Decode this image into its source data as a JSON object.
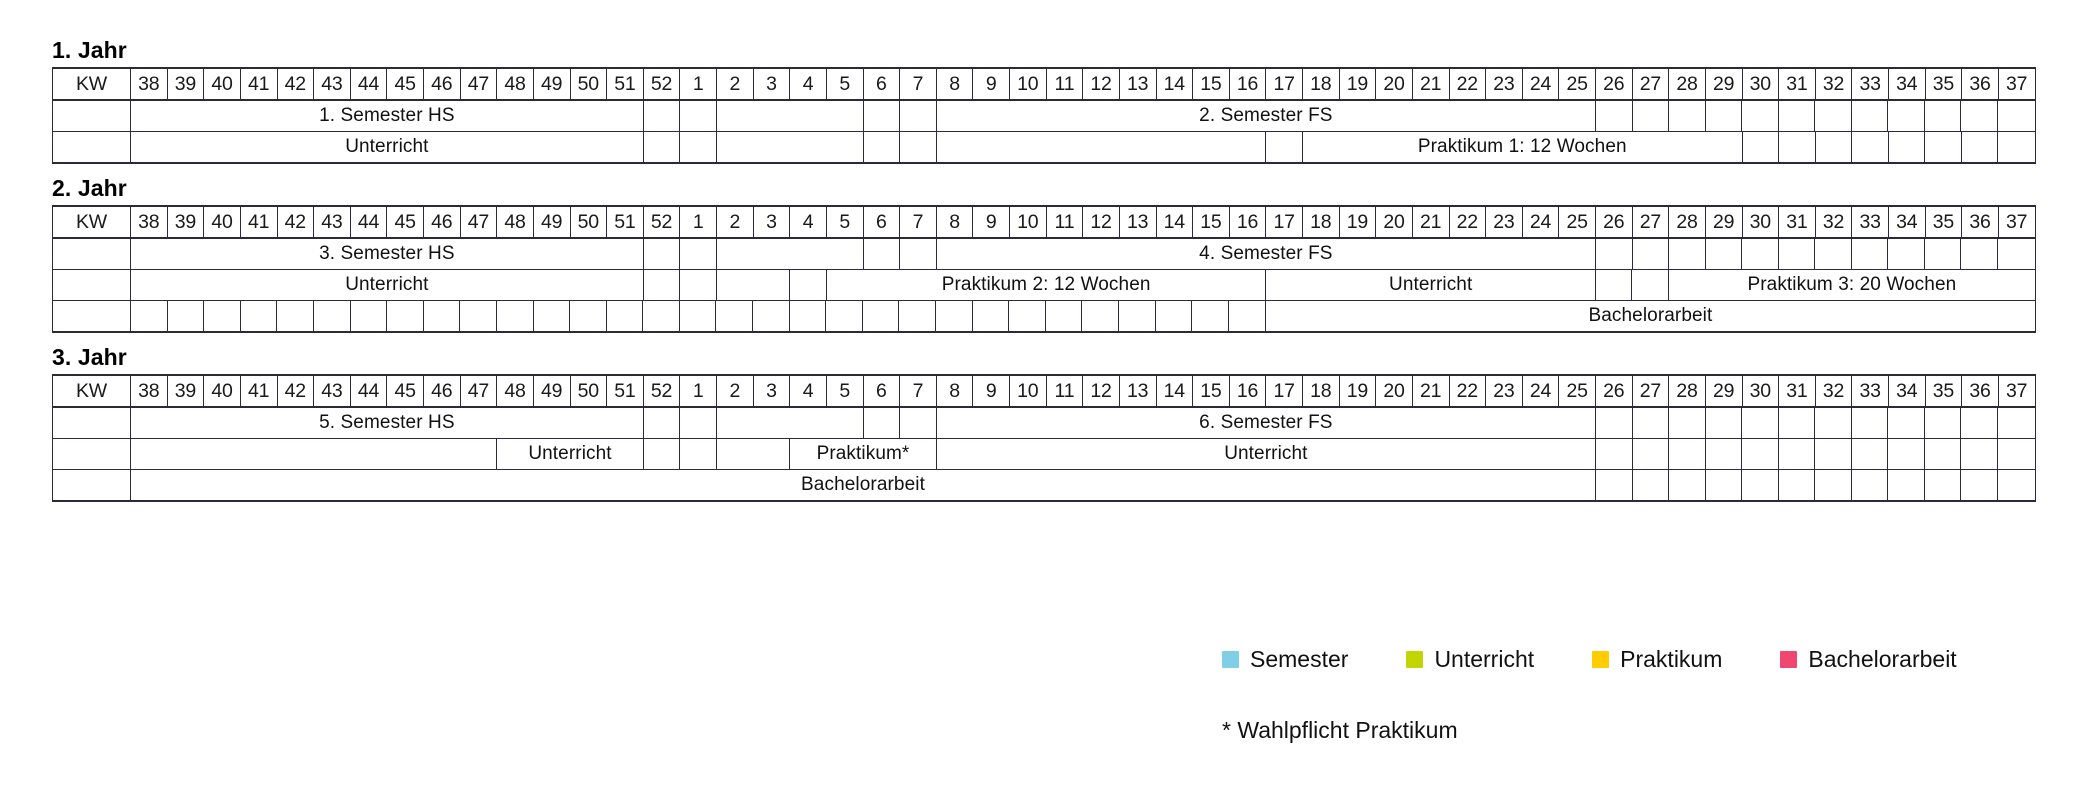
{
  "weeks": [
    38,
    39,
    40,
    41,
    42,
    43,
    44,
    45,
    46,
    47,
    48,
    49,
    50,
    51,
    52,
    1,
    2,
    3,
    4,
    5,
    6,
    7,
    8,
    9,
    10,
    11,
    12,
    13,
    14,
    15,
    16,
    17,
    18,
    19,
    20,
    21,
    22,
    23,
    24,
    25,
    26,
    27,
    28,
    29,
    30,
    31,
    32,
    33,
    34,
    35,
    36,
    37
  ],
  "kw_label": "KW",
  "colors": {
    "semester": "#7fd0e6",
    "unterricht": "#c2d500",
    "praktikum": "#ffcc00",
    "bachelorarbeit": "#ef476f",
    "grid": "#2a2a3a",
    "background": "#ffffff"
  },
  "years": [
    {
      "title": "1. Jahr",
      "rows": [
        {
          "name": "semester-row",
          "segments": [
            {
              "start": 38,
              "span": 14,
              "type": "semester",
              "label": "1. Semester HS"
            },
            {
              "start": 52,
              "span": 2,
              "type": "none",
              "label": ""
            },
            {
              "start": 2,
              "span": 4,
              "type": "semester",
              "label": ""
            },
            {
              "start": 6,
              "span": 2,
              "type": "none",
              "label": ""
            },
            {
              "start": 8,
              "span": 18,
              "type": "semester",
              "label": "2. Semester FS"
            },
            {
              "start": 26,
              "span": 12,
              "type": "none",
              "label": ""
            }
          ]
        },
        {
          "name": "lehre-row",
          "segments": [
            {
              "start": 38,
              "span": 14,
              "type": "unterricht",
              "label": "Unterricht"
            },
            {
              "start": 52,
              "span": 2,
              "type": "none",
              "label": ""
            },
            {
              "start": 2,
              "span": 4,
              "type": "unterricht",
              "label": ""
            },
            {
              "start": 6,
              "span": 2,
              "type": "none",
              "label": ""
            },
            {
              "start": 8,
              "span": 9,
              "type": "unterricht",
              "label": ""
            },
            {
              "start": 17,
              "span": 1,
              "type": "none",
              "label": ""
            },
            {
              "start": 18,
              "span": 12,
              "type": "praktikum",
              "label": "Praktikum 1: 12 Wochen"
            },
            {
              "start": 30,
              "span": 8,
              "type": "none",
              "label": ""
            }
          ]
        }
      ]
    },
    {
      "title": "2. Jahr",
      "rows": [
        {
          "name": "semester-row",
          "segments": [
            {
              "start": 38,
              "span": 14,
              "type": "semester",
              "label": "3. Semester HS"
            },
            {
              "start": 52,
              "span": 2,
              "type": "none",
              "label": ""
            },
            {
              "start": 2,
              "span": 4,
              "type": "semester",
              "label": ""
            },
            {
              "start": 6,
              "span": 2,
              "type": "none",
              "label": ""
            },
            {
              "start": 8,
              "span": 18,
              "type": "semester",
              "label": "4. Semester FS"
            },
            {
              "start": 26,
              "span": 12,
              "type": "none",
              "label": ""
            }
          ]
        },
        {
          "name": "lehre-row",
          "segments": [
            {
              "start": 38,
              "span": 14,
              "type": "unterricht",
              "label": "Unterricht"
            },
            {
              "start": 52,
              "span": 2,
              "type": "none",
              "label": ""
            },
            {
              "start": 2,
              "span": 2,
              "type": "unterricht",
              "label": ""
            },
            {
              "start": 4,
              "span": 1,
              "type": "none",
              "label": ""
            },
            {
              "start": 5,
              "span": 12,
              "type": "praktikum",
              "label": "Praktikum 2: 12 Wochen"
            },
            {
              "start": 17,
              "span": 9,
              "type": "unterricht",
              "label": "Unterricht"
            },
            {
              "start": 26,
              "span": 2,
              "type": "none",
              "label": ""
            },
            {
              "start": 28,
              "span": 10,
              "type": "praktikum",
              "label": "Praktikum 3: 20 Wochen"
            }
          ]
        },
        {
          "name": "bachelorarbeit-row",
          "segments": [
            {
              "start": 38,
              "span": 31,
              "type": "none",
              "label": ""
            },
            {
              "start": 17,
              "span": 21,
              "type": "bachelorarbeit",
              "label": "Bachelorarbeit"
            }
          ]
        }
      ]
    },
    {
      "title": "3. Jahr",
      "rows": [
        {
          "name": "semester-row",
          "segments": [
            {
              "start": 38,
              "span": 14,
              "type": "semester",
              "label": "5. Semester HS"
            },
            {
              "start": 52,
              "span": 2,
              "type": "none",
              "label": ""
            },
            {
              "start": 2,
              "span": 4,
              "type": "semester",
              "label": ""
            },
            {
              "start": 6,
              "span": 2,
              "type": "none",
              "label": ""
            },
            {
              "start": 8,
              "span": 18,
              "type": "semester",
              "label": "6. Semester FS"
            },
            {
              "start": 26,
              "span": 12,
              "type": "none",
              "label": ""
            }
          ]
        },
        {
          "name": "lehre-row",
          "segments": [
            {
              "start": 38,
              "span": 10,
              "type": "praktikum",
              "label": ""
            },
            {
              "start": 48,
              "span": 4,
              "type": "unterricht",
              "label": "Unterricht"
            },
            {
              "start": 52,
              "span": 2,
              "type": "none",
              "label": ""
            },
            {
              "start": 2,
              "span": 2,
              "type": "unterricht",
              "label": ""
            },
            {
              "start": 4,
              "span": 4,
              "type": "praktikum",
              "label": "Praktikum*"
            },
            {
              "start": 8,
              "span": 18,
              "type": "unterricht",
              "label": "Unterricht"
            },
            {
              "start": 26,
              "span": 12,
              "type": "none",
              "label": ""
            }
          ]
        },
        {
          "name": "bachelorarbeit-row",
          "segments": [
            {
              "start": 38,
              "span": 40,
              "type": "bachelorarbeit",
              "label": "Bachelorarbeit"
            },
            {
              "start": 26,
              "span": 12,
              "type": "none",
              "label": ""
            }
          ]
        }
      ]
    }
  ],
  "legend": {
    "items": [
      {
        "label": "Semester",
        "type": "semester"
      },
      {
        "label": "Unterricht",
        "type": "unterricht"
      },
      {
        "label": "Praktikum",
        "type": "praktikum"
      },
      {
        "label": "Bachelorarbeit",
        "type": "bachelorarbeit"
      }
    ]
  },
  "footnote": "* Wahlpflicht Praktikum"
}
